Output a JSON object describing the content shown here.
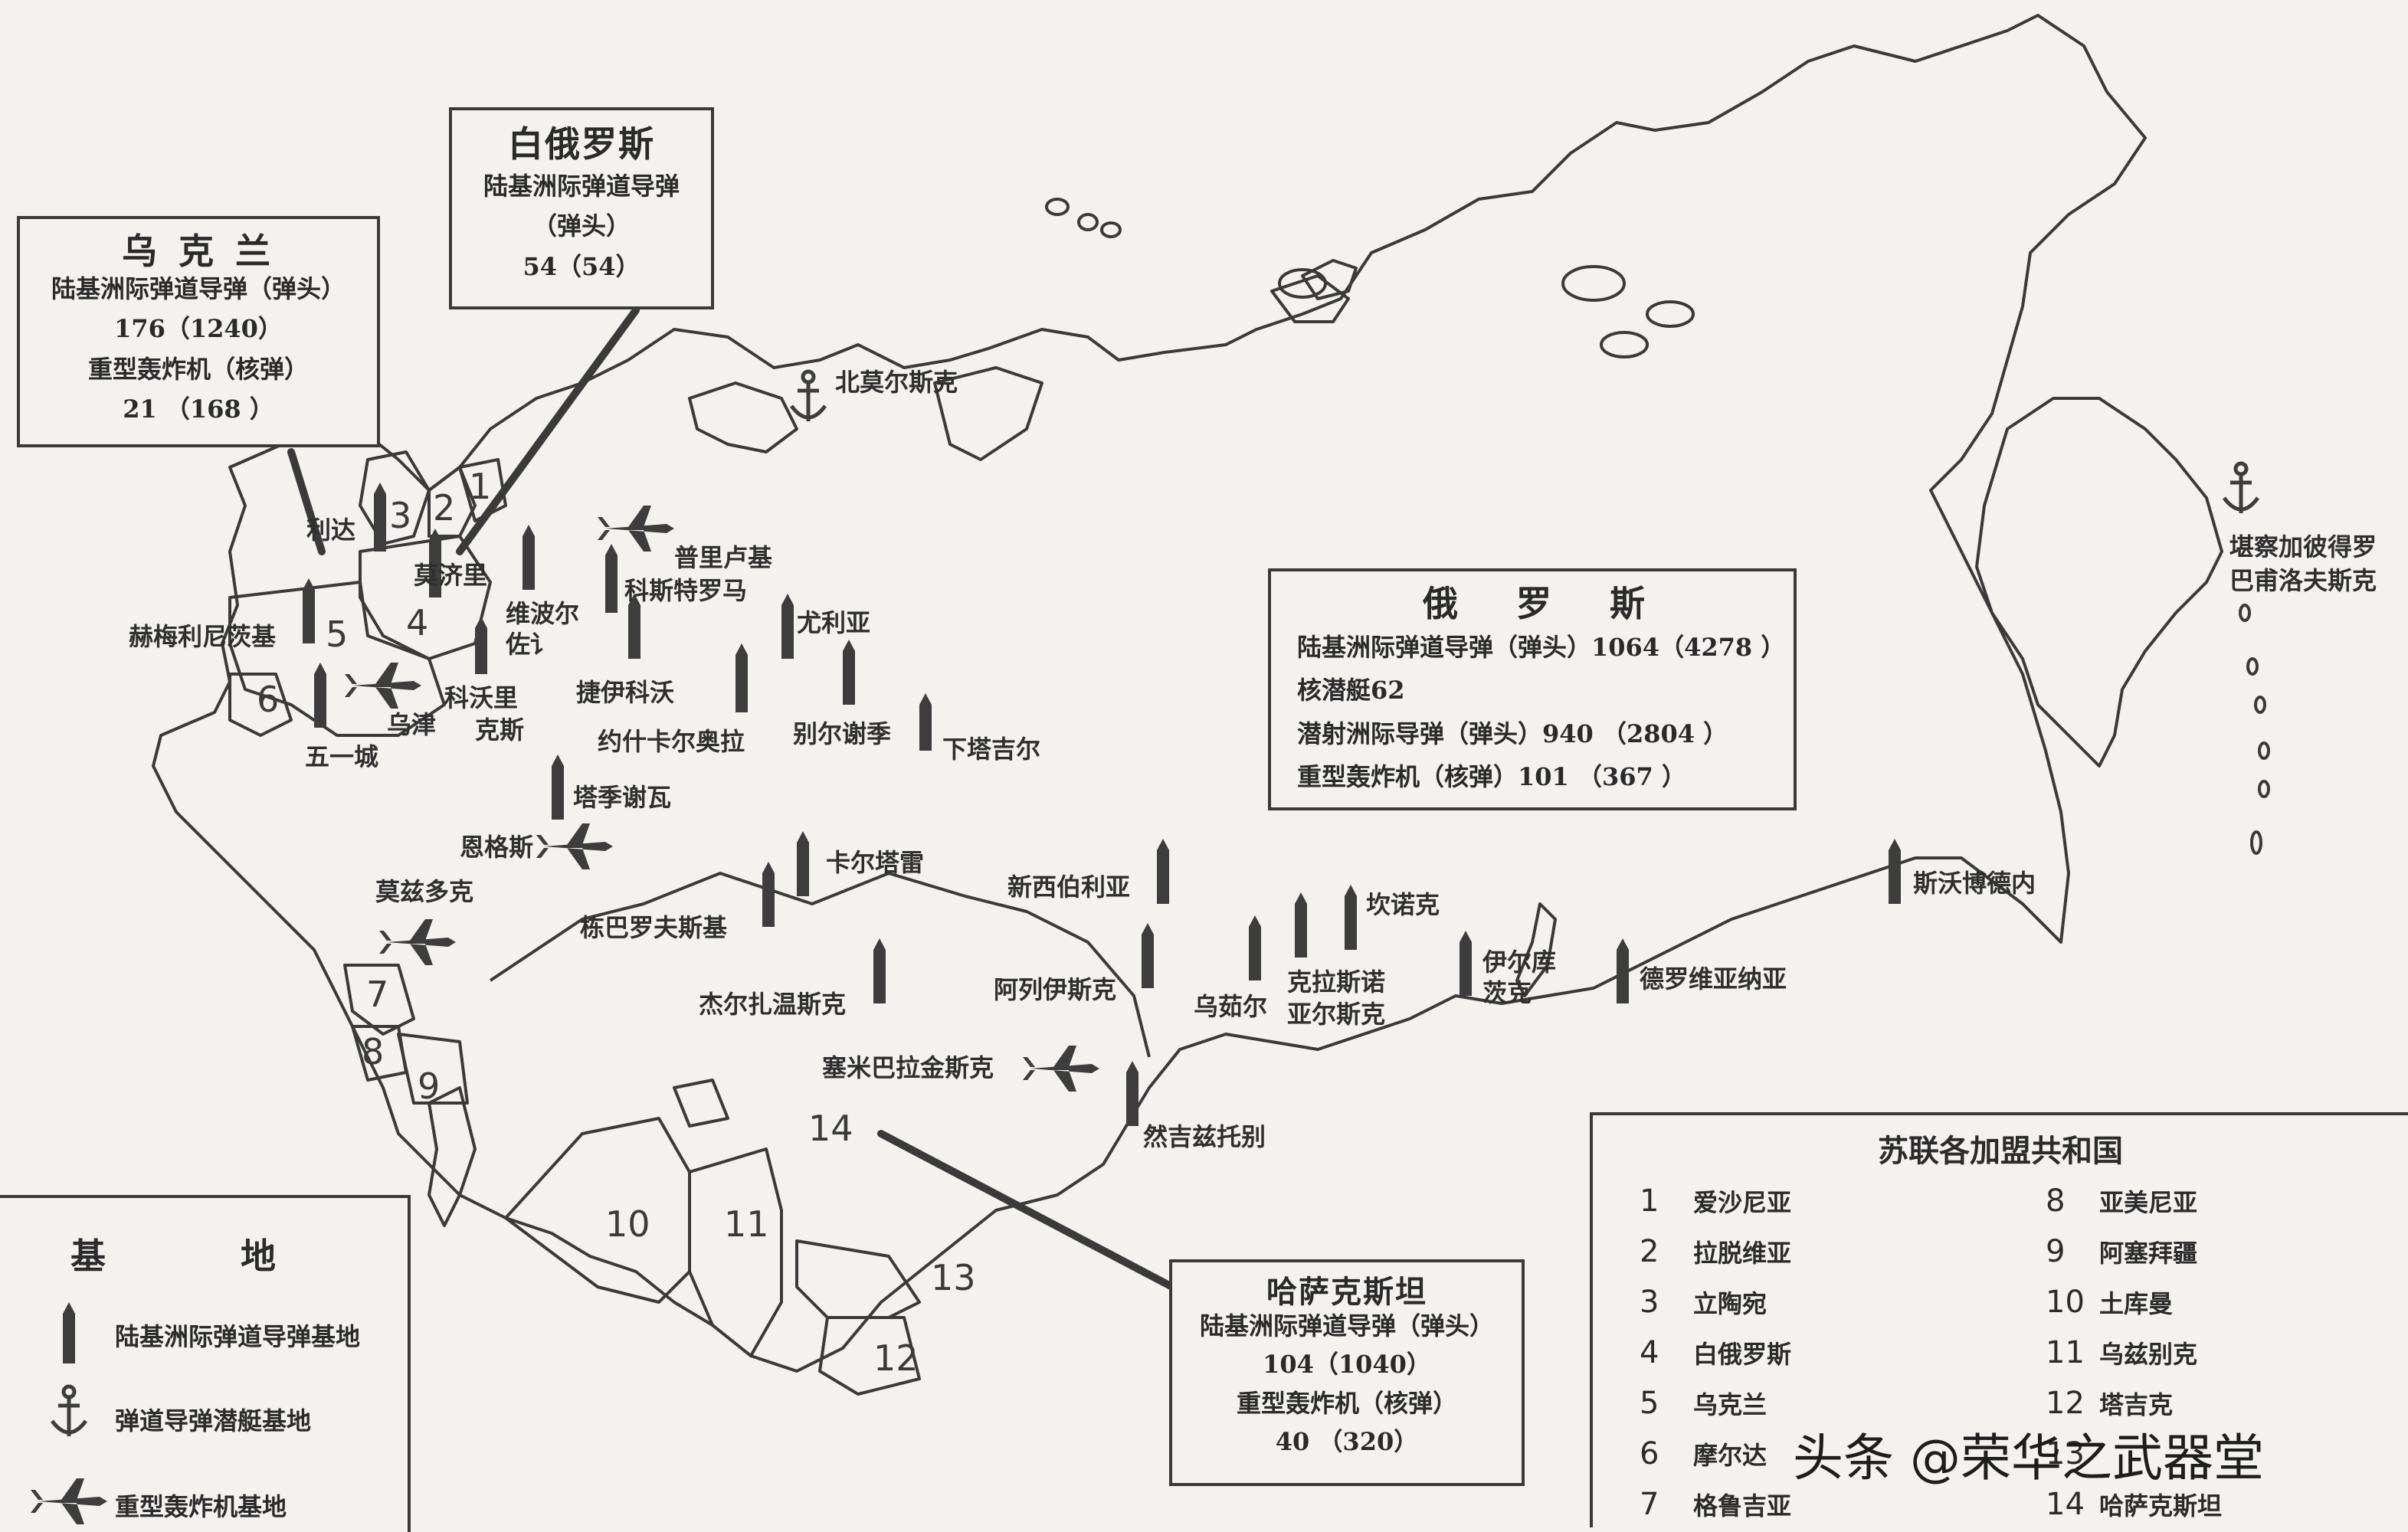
{
  "boxes": {
    "ukraine": {
      "title": "乌 克 兰",
      "icbm_label": "陆基洲际弹道导弹（弹头）",
      "icbm_value": "176（1240）",
      "bomber_label": "重型轰炸机（核弹）",
      "bomber_value": "21 （168 ）"
    },
    "belarus": {
      "title": "白俄罗斯",
      "icbm_label": "陆基洲际弹道导弹",
      "icbm_sub": "（弹头）",
      "icbm_value": "54（54）"
    },
    "russia": {
      "title": "俄 罗 斯",
      "icbm": "陆基洲际弹道导弹（弹头）1064（4278 ）",
      "ssbn": "核潜艇62",
      "slbm": "潜射洲际导弹（弹头）940 （2804 ）",
      "bomber": "重型轰炸机（核弹）101 （367 ）"
    },
    "kazakhstan": {
      "title": "哈萨克斯坦",
      "icbm_label": "陆基洲际弹道导弹（弹头）",
      "icbm_value": "104（1040）",
      "bomber_label": "重型轰炸机（核弹）",
      "bomber_value": "40 （320）"
    }
  },
  "legend_bases": {
    "title": "基 地",
    "icbm_base": "陆基洲际弹道导弹基地",
    "sub_base": "弹道导弹潜艇基地",
    "bomber_base": "重型轰炸机基地"
  },
  "legend_republics": {
    "title": "苏联各加盟共和国",
    "items": [
      {
        "n": "1",
        "name": "爱沙尼亚"
      },
      {
        "n": "2",
        "name": "拉脱维亚"
      },
      {
        "n": "3",
        "name": "立陶宛"
      },
      {
        "n": "4",
        "name": "白俄罗斯"
      },
      {
        "n": "5",
        "name": "乌克兰"
      },
      {
        "n": "6",
        "name": "摩尔达"
      },
      {
        "n": "7",
        "name": "格鲁吉亚"
      },
      {
        "n": "8",
        "name": "亚美尼亚"
      },
      {
        "n": "9",
        "name": "阿塞拜疆"
      },
      {
        "n": "10",
        "name": "土库曼"
      },
      {
        "n": "11",
        "name": "乌兹别克"
      },
      {
        "n": "12",
        "name": "塔吉克"
      },
      {
        "n": "13",
        "name": ""
      },
      {
        "n": "14",
        "name": "哈萨克斯坦"
      }
    ]
  },
  "places": {
    "severomorsk": "北莫尔斯克",
    "lida": "利达",
    "mozyr": "莫济里",
    "postavy": "维波尔",
    "postavy2": "佐讠",
    "pripruk": "普里卢基",
    "kostroma": "科斯特罗马",
    "yurya": "尤利亚",
    "khmelnitsky": "赫梅利尼茨基",
    "uzhin": "乌津",
    "kozelsk": "科沃里",
    "kozelsk2": "克斯",
    "teikovo": "捷伊科沃",
    "yoshkarola": "约什卡尔奥拉",
    "belishchi": "别尔谢季",
    "nizhnytagil": "下塔吉尔",
    "pervomaisk": "五一城",
    "tatishchevo": "塔季谢瓦",
    "engels": "恩格斯",
    "kartaly": "卡尔塔雷",
    "novosibirsk": "新西伯利亚",
    "kansk": "坎诺克",
    "svobodny": "斯沃博德内",
    "mozdok": "莫兹多克",
    "dombarovsky": "栋巴罗夫斯基",
    "aleysk": "阿列伊斯克",
    "uzhur": "乌茹尔",
    "krasnoyarsk": "克拉斯诺",
    "krasnoyarsk2": "亚尔斯克",
    "irkutsk": "伊尔库",
    "irkutsk2": "茨克",
    "drovyanaya": "德罗维亚纳亚",
    "derzhavinsk": "杰尔扎温斯克",
    "semipalatinsk": "塞米巴拉金斯克",
    "zhangiztobe": "然吉兹托别",
    "petropavlovsk": "堪察加彼得罗",
    "petropavlovsk2": "巴甫洛夫斯克"
  },
  "watermark": "头条 @荣华之武器堂"
}
